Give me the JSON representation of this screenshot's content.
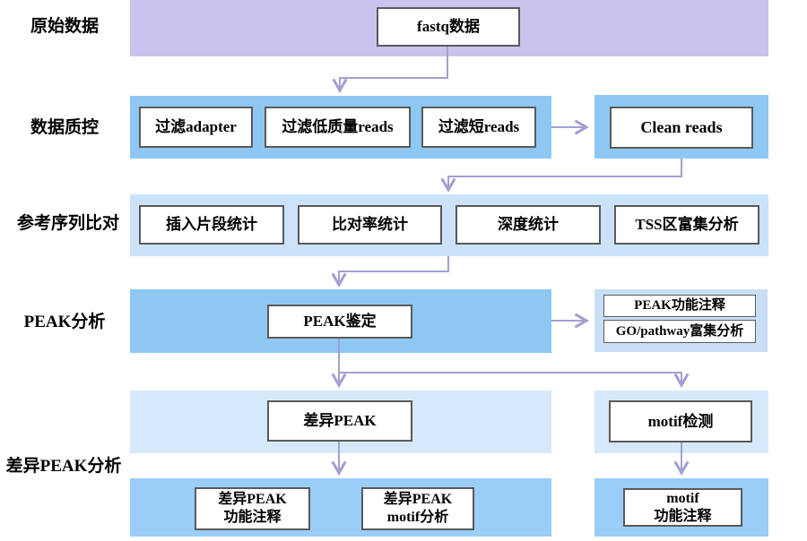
{
  "diagram": {
    "title_hint": "ATAC/ChIP analysis pipeline flowchart",
    "row_labels": {
      "raw": "原始数据",
      "qc": "数据质控",
      "align": "参考序列比对",
      "peak": "PEAK分析",
      "diff_peak": "差异PEAK分析"
    },
    "nodes": {
      "fastq": "fastq数据",
      "filter_adapter": "过滤adapter",
      "filter_low_quality": "过滤低质量reads",
      "filter_short": "过滤短reads",
      "clean_reads": "Clean reads",
      "insert_size_stat": "插入片段统计",
      "mapping_rate_stat": "比对率统计",
      "depth_stat": "深度统计",
      "tss_enrichment": "TSS区富集分析",
      "peak_calling": "PEAK鉴定",
      "peak_annotation": "PEAK功能注释",
      "go_pathway": "GO/pathway富集分析",
      "diff_peak": "差异PEAK",
      "motif_detection": "motif检测",
      "diff_peak_annotation": "差异PEAK\n功能注释",
      "diff_peak_motif": "差异PEAK\nmotif分析",
      "motif_annotation": "motif\n功能注释"
    },
    "colors": {
      "purple_band": "#cbc3ee",
      "blue_band": "#8ec7f2",
      "blue_band_bottom": "#9acdf7",
      "pale_blue_band": "#cbe2f8",
      "paler_blue_band": "#d6e9fb",
      "annotation_band": "#c9dff6",
      "arrow": "#a3a0d2",
      "box_border": "#5a5a5a",
      "box_fill": "#ffffff"
    }
  }
}
